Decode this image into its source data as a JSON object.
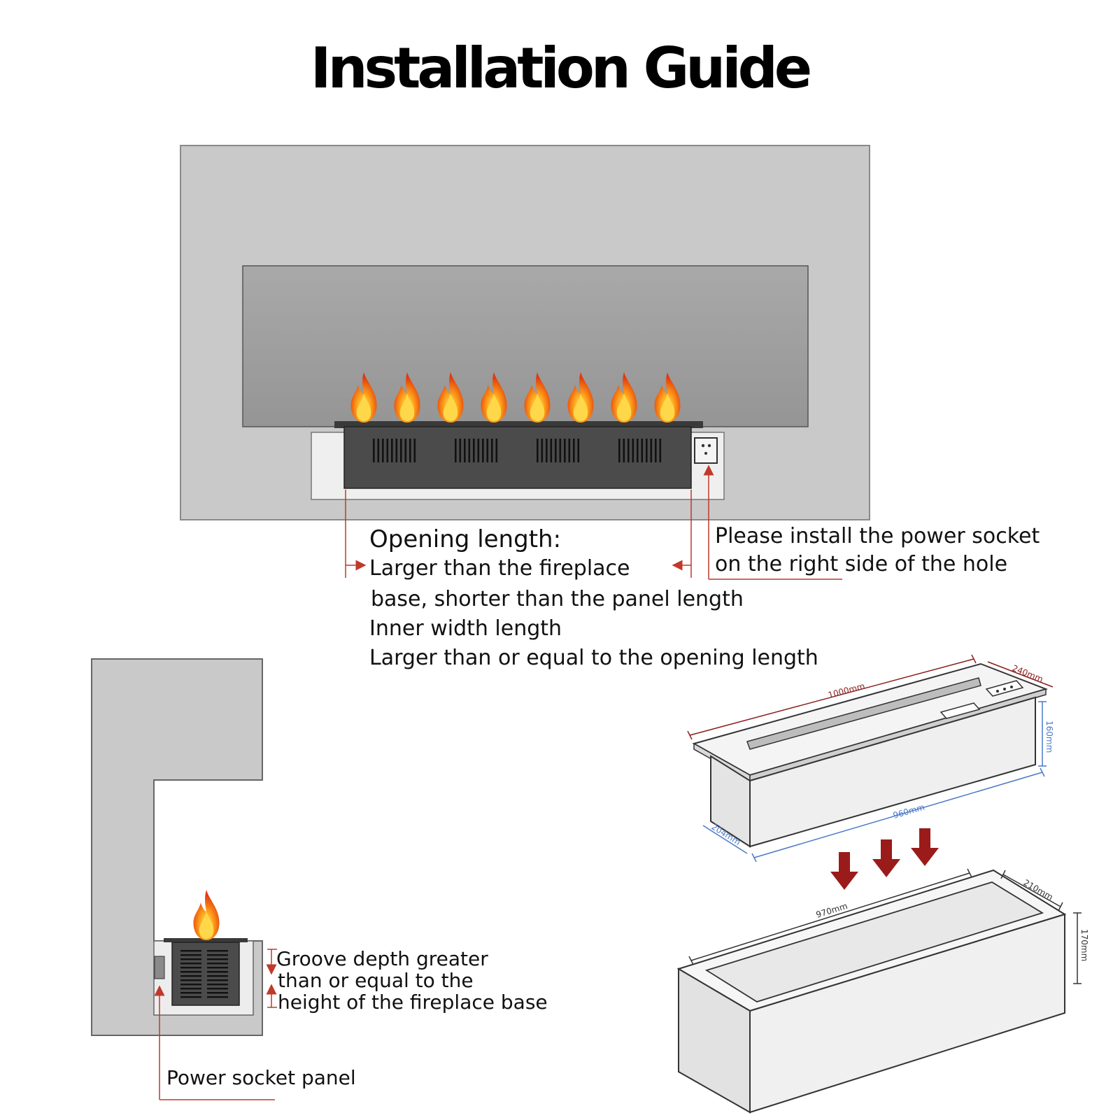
{
  "title": "Installation Guide",
  "front_view": {
    "heading": "Opening length:",
    "line1": "Larger than the fireplace",
    "line2": "base, shorter than the panel length",
    "line3": "Inner width length",
    "line4": "Larger than or equal to the opening length",
    "socket_note_line1": "Please install the power socket",
    "socket_note_line2": "on the right side of the hole"
  },
  "side_view": {
    "groove_line1": "Groove depth greater",
    "groove_line2": "than or equal to the",
    "groove_line3": "height of the fireplace base",
    "socket_panel": "Power socket panel"
  },
  "dimensions": {
    "top_length": "1000mm",
    "top_depth": "240mm",
    "top_height": "160mm",
    "body_length": "960mm",
    "body_depth": "204mm",
    "box_length": "970mm",
    "box_depth": "210mm",
    "box_height": "170mm"
  },
  "colors": {
    "wall": "#c8c8c8",
    "opening": "#9e9e9e",
    "burner": "#4a4a4a",
    "annotation_red": "#c0392b",
    "dimension_blue": "#4a78c8",
    "dimension_dark_red": "#8b2020",
    "arrow_red": "#9b1b1b"
  }
}
